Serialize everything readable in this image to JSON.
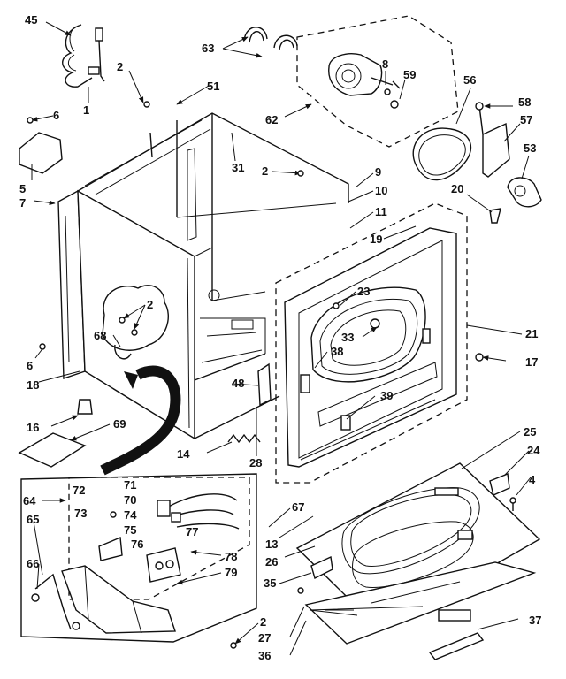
{
  "callouts": [
    {
      "id": "45",
      "text": "45"
    },
    {
      "id": "63",
      "text": "63"
    },
    {
      "id": "8",
      "text": "8"
    },
    {
      "id": "59",
      "text": "59"
    },
    {
      "id": "56",
      "text": "56"
    },
    {
      "id": "58",
      "text": "58"
    },
    {
      "id": "2a",
      "text": "2"
    },
    {
      "id": "51",
      "text": "51"
    },
    {
      "id": "1",
      "text": "1"
    },
    {
      "id": "6a",
      "text": "6"
    },
    {
      "id": "62",
      "text": "62"
    },
    {
      "id": "57",
      "text": "57"
    },
    {
      "id": "31",
      "text": "31"
    },
    {
      "id": "53",
      "text": "53"
    },
    {
      "id": "2b",
      "text": "2"
    },
    {
      "id": "9",
      "text": "9"
    },
    {
      "id": "5",
      "text": "5"
    },
    {
      "id": "7",
      "text": "7"
    },
    {
      "id": "10",
      "text": "10"
    },
    {
      "id": "20",
      "text": "20"
    },
    {
      "id": "11",
      "text": "11"
    },
    {
      "id": "19",
      "text": "19"
    },
    {
      "id": "2c",
      "text": "2"
    },
    {
      "id": "23",
      "text": "23"
    },
    {
      "id": "68",
      "text": "68"
    },
    {
      "id": "33",
      "text": "33"
    },
    {
      "id": "21",
      "text": "21"
    },
    {
      "id": "6b",
      "text": "6"
    },
    {
      "id": "38",
      "text": "38"
    },
    {
      "id": "17",
      "text": "17"
    },
    {
      "id": "48",
      "text": "48"
    },
    {
      "id": "39",
      "text": "39"
    },
    {
      "id": "18",
      "text": "18"
    },
    {
      "id": "16",
      "text": "16"
    },
    {
      "id": "69",
      "text": "69"
    },
    {
      "id": "25",
      "text": "25"
    },
    {
      "id": "14",
      "text": "14"
    },
    {
      "id": "28",
      "text": "28"
    },
    {
      "id": "24",
      "text": "24"
    },
    {
      "id": "64",
      "text": "64"
    },
    {
      "id": "72",
      "text": "72"
    },
    {
      "id": "71",
      "text": "71"
    },
    {
      "id": "4",
      "text": "4"
    },
    {
      "id": "70",
      "text": "70"
    },
    {
      "id": "67",
      "text": "67"
    },
    {
      "id": "73",
      "text": "73"
    },
    {
      "id": "74",
      "text": "74"
    },
    {
      "id": "65",
      "text": "65"
    },
    {
      "id": "75",
      "text": "75"
    },
    {
      "id": "77",
      "text": "77"
    },
    {
      "id": "13",
      "text": "13"
    },
    {
      "id": "76",
      "text": "76"
    },
    {
      "id": "26",
      "text": "26"
    },
    {
      "id": "78",
      "text": "78"
    },
    {
      "id": "66",
      "text": "66"
    },
    {
      "id": "79",
      "text": "79"
    },
    {
      "id": "35",
      "text": "35"
    },
    {
      "id": "2d",
      "text": "2"
    },
    {
      "id": "37",
      "text": "37"
    },
    {
      "id": "27",
      "text": "27"
    },
    {
      "id": "36",
      "text": "36"
    }
  ]
}
